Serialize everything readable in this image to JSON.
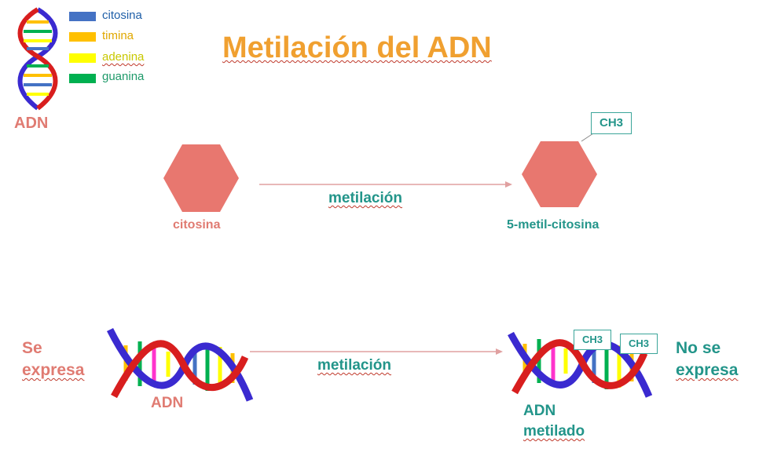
{
  "title": "Metilación del ADN",
  "legend": [
    {
      "label": "citosina",
      "color": "#4472c4",
      "text_color": "#1f5fa8"
    },
    {
      "label": "timina",
      "color": "#ffc000",
      "text_color": "#e0a800"
    },
    {
      "label": "adenina",
      "color": "#ffff00",
      "text_color": "#c8c800"
    },
    {
      "label": "guanina",
      "color": "#00b050",
      "text_color": "#1f9a6a"
    }
  ],
  "top_left_label": "ADN",
  "top_row": {
    "left_label": "citosina",
    "arrow_label": "metilación",
    "right_label": "5-metil-citosina",
    "ch3_label": "CH3"
  },
  "bottom_row": {
    "left_text_line1": "Se",
    "left_text_line2": "expresa",
    "left_dna_label": "ADN",
    "arrow_label": "metilación",
    "right_dna_label_line1": "ADN",
    "right_dna_label_line2": "metilado",
    "ch3_a": "CH3",
    "ch3_b": "CH3",
    "right_text_line1": "No se",
    "right_text_line2": "expresa"
  },
  "colors": {
    "hexagon": "#e8776f",
    "arrow": "#e0a0a0",
    "strand_blue": "#3a2ad0",
    "strand_red": "#d81e1e"
  }
}
